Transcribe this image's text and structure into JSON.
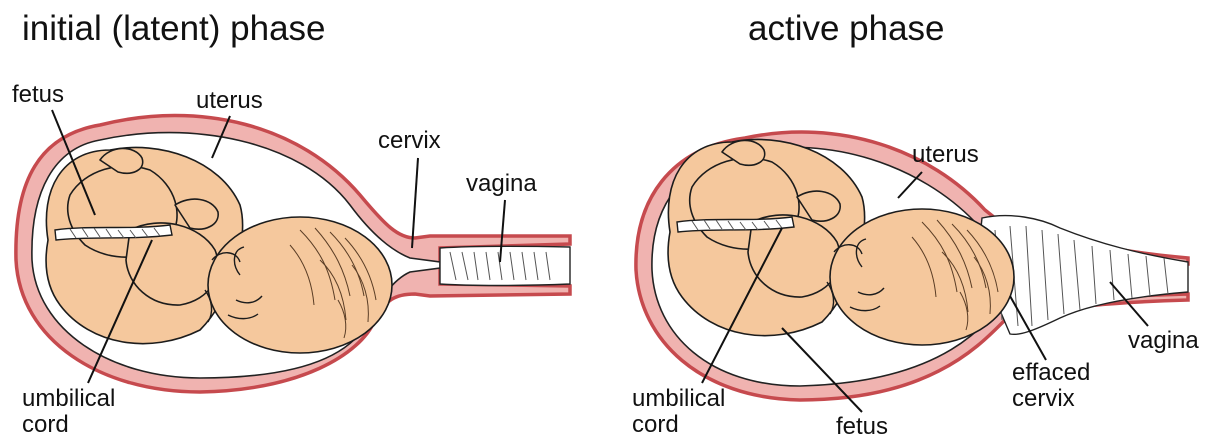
{
  "panels": {
    "latent": {
      "title": "initial (latent) phase",
      "labels": {
        "fetus": "fetus",
        "uterus": "uterus",
        "cervix": "cervix",
        "vagina": "vagina",
        "umbilical_line1": "umbilical",
        "umbilical_line2": "cord"
      }
    },
    "active": {
      "title": "active phase",
      "labels": {
        "uterus": "uterus",
        "umbilical_line1": "umbilical",
        "umbilical_line2": "cord",
        "fetus": "fetus",
        "effaced_line1": "effaced",
        "effaced_line2": "cervix",
        "vagina": "vagina"
      }
    }
  },
  "colors": {
    "uterus_wall": "#f0b3b0",
    "uterus_outline": "#c64a4e",
    "fetus_skin": "#f5c89d"
  }
}
